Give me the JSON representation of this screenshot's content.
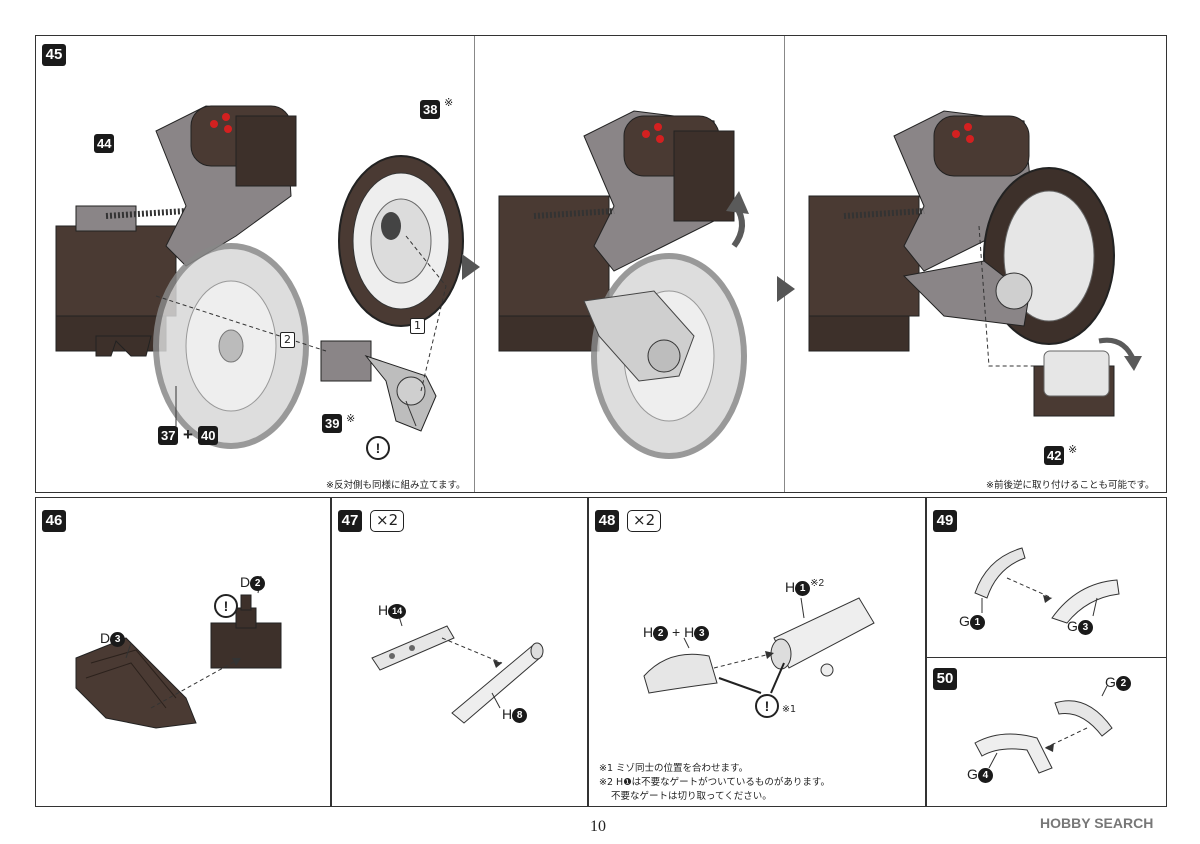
{
  "page_number": "10",
  "watermark": "HOBBY SEARCH",
  "step45": {
    "num": "45",
    "parts": {
      "p44": "44",
      "p38": "38",
      "p38_mark": "※",
      "p39": "39",
      "p39_mark": "※",
      "p37": "37",
      "plus": "+",
      "p40": "40",
      "p42": "42",
      "p42_mark": "※"
    },
    "order1": "1",
    "order2": "2",
    "warn": "!",
    "note_left": "※反対側も同様に組み立てます。",
    "note_right": "※前後逆に取り付けることも可能です。"
  },
  "step46": {
    "num": "46",
    "lbl_d2_letter": "D",
    "lbl_d2_num": "2",
    "lbl_d3_letter": "D",
    "lbl_d3_num": "3",
    "warn": "!"
  },
  "step47": {
    "num": "47",
    "mult": "×2",
    "lbl_h14_letter": "H",
    "lbl_h14_num": "14",
    "lbl_h8_letter": "H",
    "lbl_h8_num": "8"
  },
  "step48": {
    "num": "48",
    "mult": "×2",
    "lbl_h1_letter": "H",
    "lbl_h1_num": "1",
    "lbl_h1_mark": "※2",
    "lbl_h2_letter": "H",
    "lbl_h2_num": "2",
    "plus": "+",
    "lbl_h3_letter": "H",
    "lbl_h3_num": "3",
    "warn": "!",
    "warn_mark": "※1",
    "note1": "※1 ミゾ同士の位置を合わせます。",
    "note2": "※2 H❶は不要なゲートがついているものがあります。",
    "note3": "不要なゲートは切り取ってください。"
  },
  "step49": {
    "num": "49",
    "lbl_g1_letter": "G",
    "lbl_g1_num": "1",
    "lbl_g3_letter": "G",
    "lbl_g3_num": "3"
  },
  "step50": {
    "num": "50",
    "lbl_g2_letter": "G",
    "lbl_g2_num": "2",
    "lbl_g4_letter": "G",
    "lbl_g4_num": "4"
  },
  "colors": {
    "dark_brown": "#4a3a33",
    "mid_grey": "#8a8587",
    "light_grey": "#cfcfcf",
    "tire_grey": "#bdbdbd",
    "red": "#d42020",
    "arrow_grey": "#5a5a5a"
  }
}
